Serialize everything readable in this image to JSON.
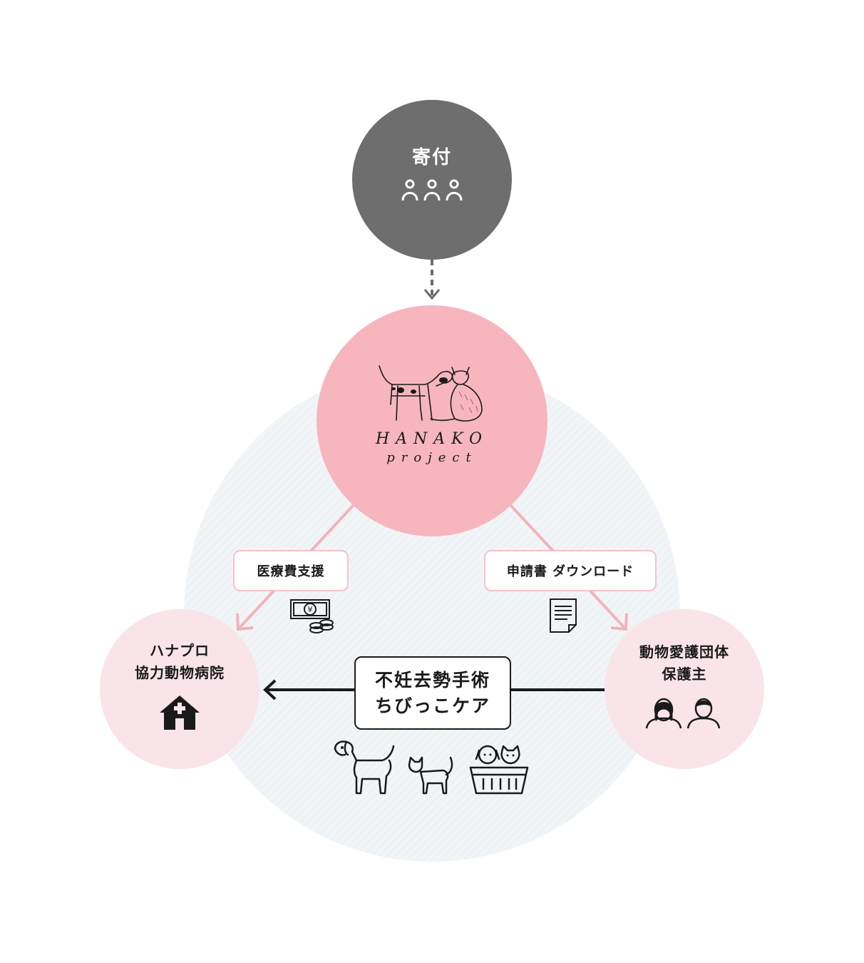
{
  "nodes": {
    "donation": {
      "title": "寄付",
      "icon": "people-icon"
    },
    "project": {
      "logo_line1": "HANAKO",
      "logo_line2": "project",
      "icon": "dog-and-cat-logo"
    },
    "hospital": {
      "line1": "ハナプロ",
      "line2": "協力動物病院",
      "icon": "hospital-house-icon"
    },
    "rescue": {
      "line1": "動物愛護団体",
      "line2": "保護主",
      "icon": "people-faces-icon"
    }
  },
  "edges": {
    "medical_support": {
      "label": "医療費支援",
      "icon": "money-icon"
    },
    "application": {
      "label": "申請書 ダウンロード",
      "icon": "document-icon"
    },
    "surgery": {
      "line1": "不妊去勢手術",
      "line2": "ちびっこケア",
      "icons": [
        "dog-icon",
        "cat-icon",
        "pet-basket-icon"
      ]
    }
  },
  "colors": {
    "donation_circle": "#6e6e6e",
    "project_circle": "#f7b6be",
    "side_circle": "#f9e4ea",
    "background_circle": "#f1f4f6",
    "pink_arrow": "#f3b2bb",
    "dark": "#1a1a1a"
  }
}
